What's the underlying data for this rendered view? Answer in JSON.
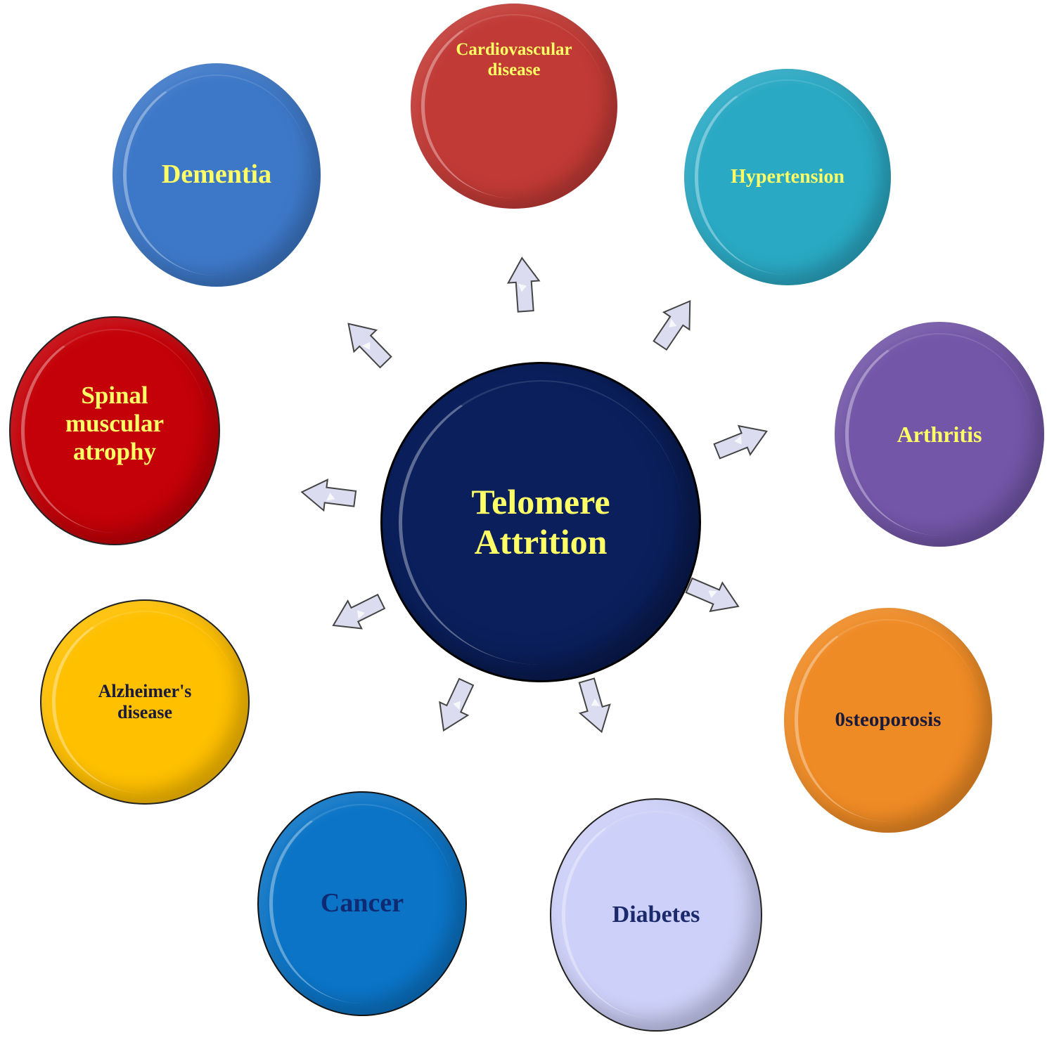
{
  "center": {
    "label": "Telomere\nAttrition",
    "color": "#0a1f5c",
    "text_color": "#ffff66"
  },
  "nodes": [
    {
      "id": "dementia",
      "label": "Dementia",
      "color": "#3d78c8",
      "text_color": "#ffff66"
    },
    {
      "id": "cardiovascular",
      "label": "Cardiovascular\ndisease",
      "color": "#c23a36",
      "text_color": "#ffff66"
    },
    {
      "id": "hypertension",
      "label": "Hypertension",
      "color": "#2aa9c4",
      "text_color": "#ffff66"
    },
    {
      "id": "arthritis",
      "label": "Arthritis",
      "color": "#7356a8",
      "text_color": "#ffff66"
    },
    {
      "id": "osteoporosis",
      "label": "0steoporosis",
      "color": "#ef8b25",
      "text_color": "#1a1a3a"
    },
    {
      "id": "diabetes",
      "label": "Diabetes",
      "color": "#cdd0f8",
      "text_color": "#1a2a6a"
    },
    {
      "id": "cancer",
      "label": "Cancer",
      "color": "#0b74c6",
      "text_color": "#0e2a72"
    },
    {
      "id": "alzheimers",
      "label": "Alzheimer's\ndisease",
      "color": "#ffc000",
      "text_color": "#1a1a3a"
    },
    {
      "id": "sma",
      "label": "Spinal\nmuscular\natrophy",
      "color": "#c40008",
      "text_color": "#ffff66"
    }
  ],
  "arrow_color": "#dcdcf0"
}
